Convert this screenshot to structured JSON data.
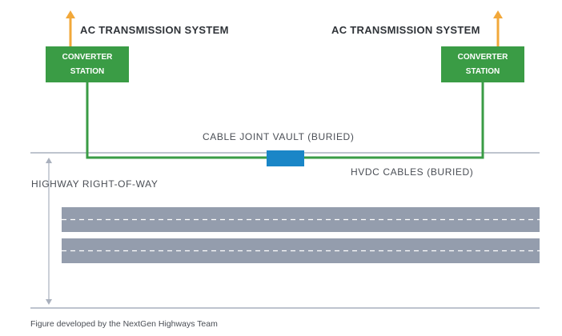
{
  "left_system": {
    "title": "AC TRANSMISSION SYSTEM",
    "station_line1": "CONVERTER",
    "station_line2": "STATION"
  },
  "right_system": {
    "title": "AC TRANSMISSION SYSTEM",
    "station_line1": "CONVERTER",
    "station_line2": "STATION"
  },
  "labels": {
    "joint_vault": "CABLE JOINT VAULT (BURIED)",
    "hvdc_cables": "HVDC CABLES (BURIED)",
    "right_of_way": "HIGHWAY RIGHT-OF-WAY"
  },
  "caption": "Figure developed by the NextGen Highways Team",
  "colors": {
    "station": "#3a9c45",
    "cable": "#3a9c45",
    "ac_arrow": "#f2a83a",
    "joint_vault": "#1a86c7",
    "roadway": "#949dad",
    "lane_marking": "#ffffff",
    "boundary_line": "#a9b0bd",
    "dimension_arrow": "#a9b0bd"
  },
  "icons": {
    "ac_arrow": "arrow-up",
    "dimension": "double-arrow-vertical"
  }
}
